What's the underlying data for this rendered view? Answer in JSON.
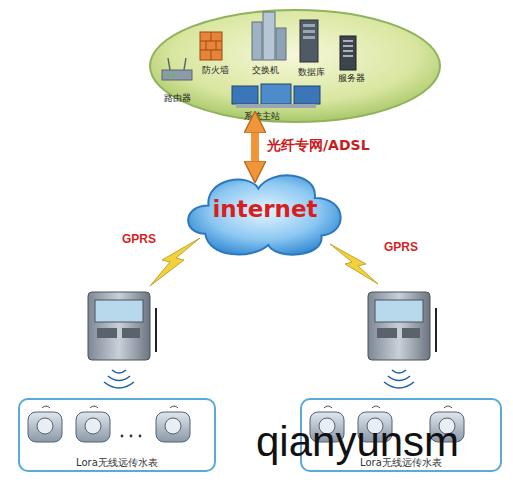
{
  "diagram": {
    "nodes": [
      {
        "text": [
          "路由器",
          "防火墙",
          "交换机",
          "数据库",
          "服务器",
          "系统主站"
        ]
      },
      {
        "text": [
          "internet"
        ]
      },
      {
        "text": [
          "Lora无线远传水表"
        ]
      },
      {
        "text": [
          "Lora无线远传水表"
        ]
      }
    ],
    "edges": [
      {
        "from": 0,
        "to": 1,
        "label": "光纤专网/ADSL",
        "arrow": "both"
      }
    ],
    "labels": [
      "GPRS",
      "GPRS",
      "qianyunsm"
    ]
  }
}
